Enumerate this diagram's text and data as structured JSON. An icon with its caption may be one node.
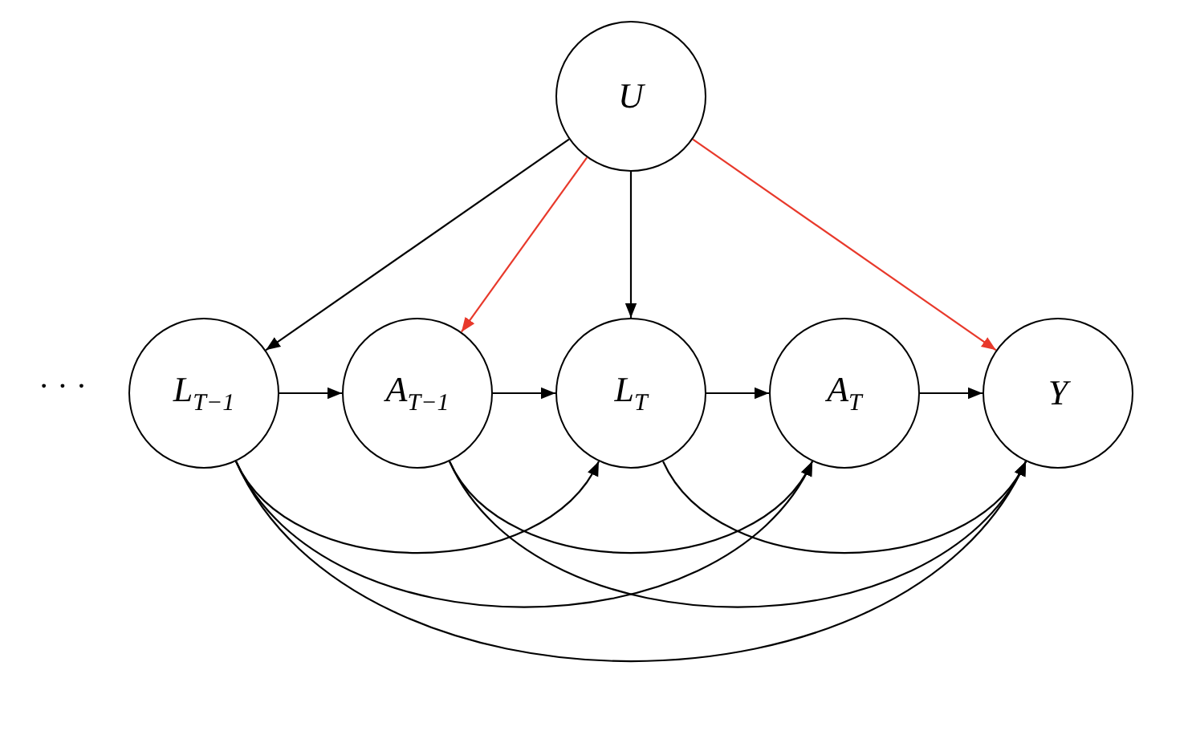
{
  "diagram": {
    "nodes": [
      {
        "text": [
          "U"
        ]
      },
      {
        "text": [
          "L$_{T−1}$"
        ]
      },
      {
        "text": [
          "A$_{T−1}$"
        ]
      },
      {
        "text": [
          "L$_{T}$"
        ]
      },
      {
        "text": [
          "A$_{T}$"
        ]
      },
      {
        "text": [
          "Y"
        ]
      }
    ],
    "edges": [
      {
        "from": 0,
        "to": 1,
        "arrow": "to"
      },
      {
        "from": 0,
        "to": 2,
        "arrow": "to",
        "color": "#e8392b"
      },
      {
        "from": 0,
        "to": 3,
        "arrow": "to"
      },
      {
        "from": 0,
        "to": 5,
        "arrow": "to",
        "color": "#e8392b"
      },
      {
        "from": 1,
        "to": 2,
        "arrow": "to"
      },
      {
        "from": 2,
        "to": 3,
        "arrow": "to"
      },
      {
        "from": 3,
        "to": 4,
        "arrow": "to"
      },
      {
        "from": 4,
        "to": 5,
        "arrow": "to"
      },
      {
        "from": 1,
        "to": 3,
        "arrow": "to"
      },
      {
        "from": 1,
        "to": 4,
        "arrow": "to"
      },
      {
        "from": 1,
        "to": 5,
        "arrow": "to"
      },
      {
        "from": 2,
        "to": 4,
        "arrow": "to"
      },
      {
        "from": 2,
        "to": 5,
        "arrow": "to"
      },
      {
        "from": 3,
        "to": 5,
        "arrow": "to"
      }
    ],
    "labels": [
      "· · ·"
    ]
  }
}
